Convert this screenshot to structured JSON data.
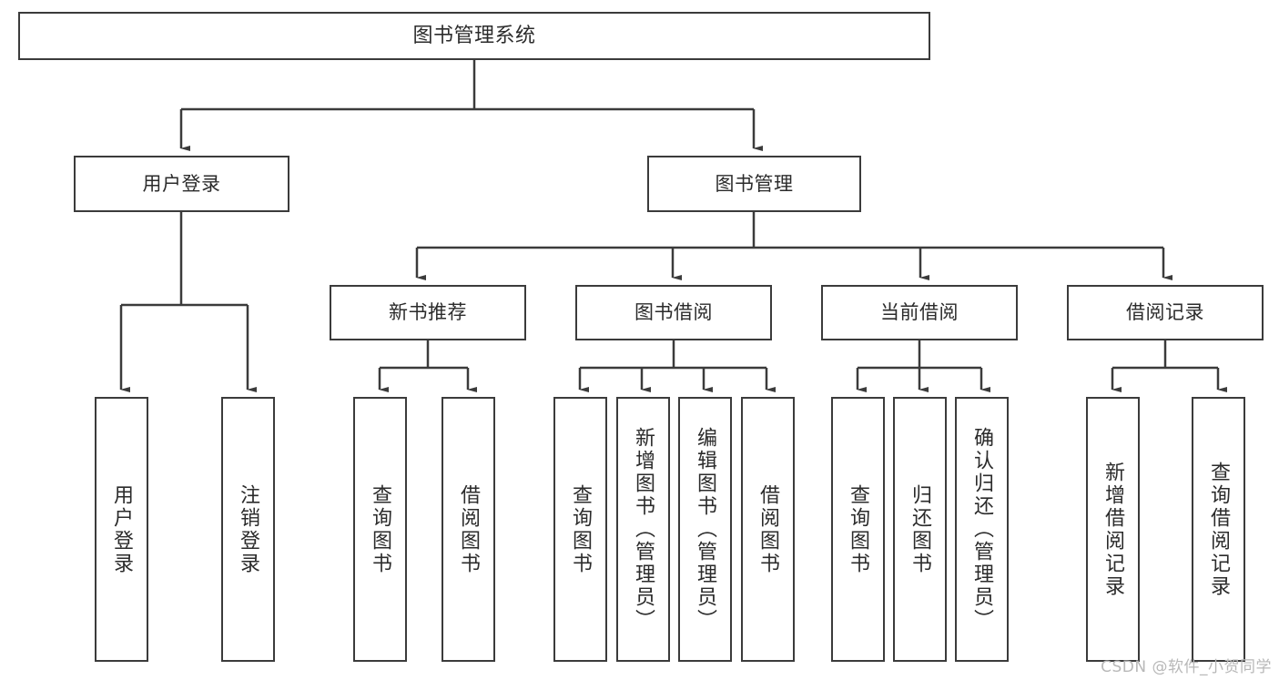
{
  "diagram": {
    "title": "图书管理系统",
    "watermark": "CSDN @软件_小贺同学",
    "stroke_color": "#3b3b3b",
    "text_color": "#2b2b2b",
    "background_color": "#ffffff",
    "watermark_color": "#b8b8b8",
    "type": "tree-hierarchy",
    "levels": 4
  },
  "nodes": {
    "root": {
      "label": "图书管理系统"
    },
    "level2": [
      {
        "label": "用户登录"
      },
      {
        "label": "图书管理"
      }
    ],
    "level3": [
      {
        "label": "新书推荐"
      },
      {
        "label": "图书借阅"
      },
      {
        "label": "当前借阅"
      },
      {
        "label": "借阅记录"
      }
    ],
    "leaves_user_login": [
      {
        "label": "用户登录"
      },
      {
        "label": "注销登录"
      }
    ],
    "leaves_new_book": [
      {
        "label": "查询图书"
      },
      {
        "label": "借阅图书"
      }
    ],
    "leaves_borrow": [
      {
        "label": "查询图书"
      },
      {
        "label": "新增图书（管理员）"
      },
      {
        "label": "编辑图书（管理员）"
      },
      {
        "label": "借阅图书"
      }
    ],
    "leaves_current": [
      {
        "label": "查询图书"
      },
      {
        "label": "归还图书"
      },
      {
        "label": "确认归还（管理员）"
      }
    ],
    "leaves_record": [
      {
        "label": "新增借阅记录"
      },
      {
        "label": "查询借阅记录"
      }
    ]
  }
}
